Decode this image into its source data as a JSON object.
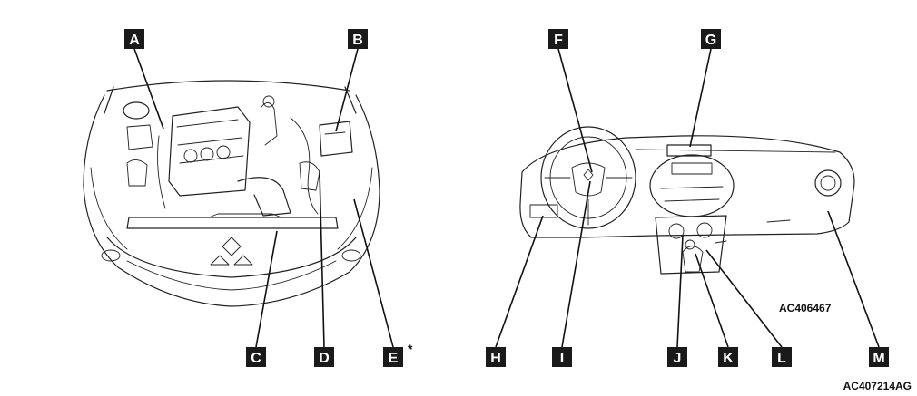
{
  "labels": {
    "A": "A",
    "B": "B",
    "C": "C",
    "D": "D",
    "E": "E",
    "F": "F",
    "G": "G",
    "H": "H",
    "I": "I",
    "J": "J",
    "K": "K",
    "L": "L",
    "M": "M"
  },
  "asterisk": "*",
  "codes": {
    "interior": "AC406467",
    "figure": "AC407214AG"
  }
}
